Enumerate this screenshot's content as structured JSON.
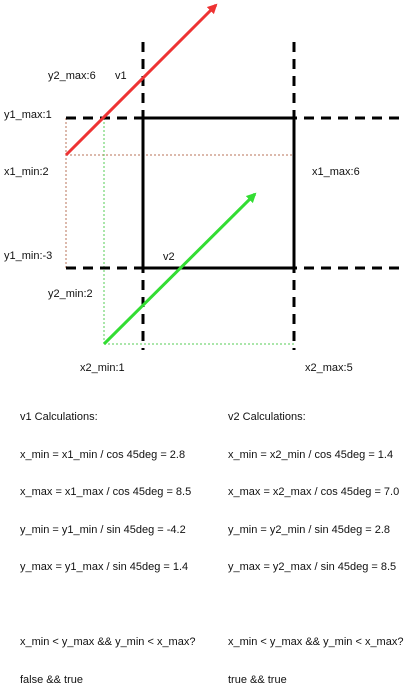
{
  "diagram": {
    "labels": {
      "y2_max": "y2_max:6",
      "v1": "v1",
      "y1_max": "y1_max:1",
      "x1_min": "x1_min:2",
      "x1_max": "x1_max:6",
      "y1_min": "y1_min:-3",
      "v2": "v2",
      "y2_min": "y2_min:2",
      "x2_min": "x2_min:1",
      "x2_max": "x2_max:5"
    },
    "colors": {
      "v1_arrow": "#ee3333",
      "v2_arrow": "#33dd33",
      "v1_guides": "#b8735a",
      "v2_guides": "#55cc55",
      "box": "#000000"
    }
  },
  "calculations": {
    "v1": {
      "title": "v1 Calculations:",
      "lines": [
        "x_min = x1_min / cos 45deg = 2.8",
        "x_max = x1_max / cos 45deg = 8.5",
        "y_min = y1_min / sin 45deg = -4.2",
        "y_max = y1_max / sin 45deg = 1.4"
      ],
      "condition": "x_min < y_max && y_min < x_max?",
      "result": "false && true"
    },
    "v2": {
      "title": "v2 Calculations:",
      "lines": [
        "x_min = x2_min / cos 45deg = 1.4",
        "x_max = x2_max / cos 45deg = 7.0",
        "y_min = y2_min / sin 45deg = 2.8",
        "y_max = y2_max / sin 45deg = 8.5"
      ],
      "condition": "x_min < y_max && y_min < x_max?",
      "result": "true && true"
    }
  }
}
